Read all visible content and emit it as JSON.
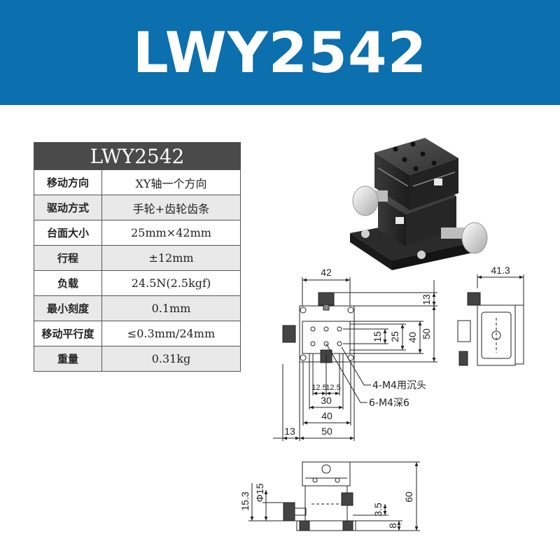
{
  "banner": {
    "title": "LWY2542"
  },
  "spec_table": {
    "header": "LWY2542",
    "rows": [
      {
        "label": "移动方向",
        "value": "XY轴一个方向"
      },
      {
        "label": "驱动方式",
        "value": "手轮+齿轮齿条"
      },
      {
        "label": "台面大小",
        "value": "25mm×42mm"
      },
      {
        "label": "行程",
        "value": "±12mm"
      },
      {
        "label": "负载",
        "value": "24.5N(2.5kgf)"
      },
      {
        "label": "最小刻度",
        "value": "0.1mm"
      },
      {
        "label": "移动平行度",
        "value": "≤0.3mm/24mm"
      },
      {
        "label": "重量",
        "value": "0.31kg"
      }
    ]
  },
  "drawing": {
    "top_view": {
      "width_42": "42",
      "left_13": "13",
      "width_50": "50",
      "width_40": "40",
      "width_30": "30",
      "dim_12_5_a": "12.5",
      "dim_12_5_b": "12.5",
      "height_13": "13",
      "height_15": "15",
      "height_25": "25",
      "height_40": "40",
      "height_50": "50",
      "note_holes_1": "4-M4用沉头",
      "note_holes_2": "6-M4深6"
    },
    "side_view": {
      "width_41_3": "41.3"
    },
    "front_view": {
      "dia_15": "Φ15",
      "dim_15_3": "15.3",
      "dim_3_5": "3.5",
      "dim_8": "8",
      "dim_60": "60"
    }
  },
  "colors": {
    "banner": "#0c6fae",
    "table_header": "#4a4a4a"
  }
}
